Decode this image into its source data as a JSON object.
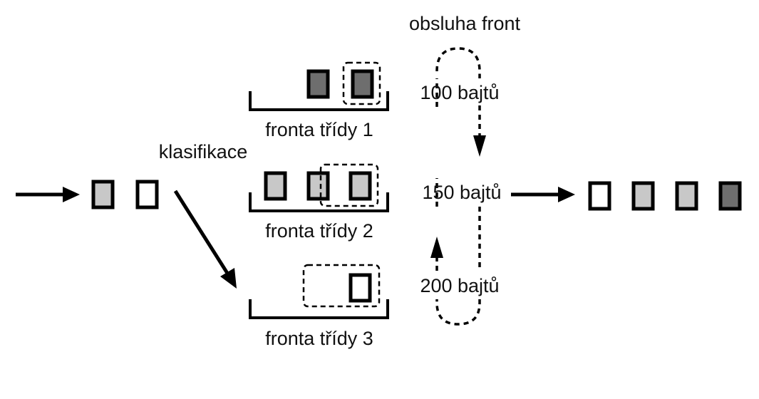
{
  "labels": {
    "service": "obsluha front",
    "classification": "klasifikace",
    "queue1": "fronta třídy 1",
    "queue2": "fronta třídy 2",
    "queue3": "fronta třídy 3",
    "bytes100": "100 bajtů",
    "bytes150": "150 bajtů",
    "bytes200": "200 bajtů"
  },
  "colors": {
    "dark_packet": "#6e6e6e",
    "light_packet": "#c8c8c8",
    "white_packet": "#ffffff",
    "stroke": "#000000"
  }
}
